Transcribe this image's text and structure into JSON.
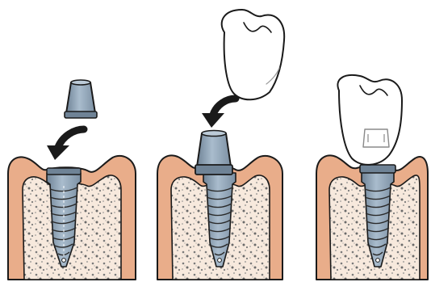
{
  "colors": {
    "gum": "#e9ad8a",
    "bone": "#f7e9dd",
    "speckle": "#6f6f6f",
    "metal": "#93a7ba",
    "metal_dark": "#6f8396",
    "metal_light": "#bccbd8",
    "crown": "#ffffff",
    "outline": "#1a1a1a"
  },
  "steps": [
    {
      "name": "attach-abutment",
      "icons": [
        "abutment-icon",
        "curved-arrow-icon",
        "implant-screw-icon",
        "gum-tissue-icon"
      ]
    },
    {
      "name": "place-crown",
      "icons": [
        "crown-tooth-icon",
        "curved-arrow-icon",
        "abutment-icon",
        "implant-screw-icon",
        "gum-tissue-icon"
      ]
    },
    {
      "name": "completed-implant",
      "icons": [
        "crown-tooth-icon",
        "implant-screw-icon",
        "gum-tissue-icon"
      ]
    }
  ]
}
